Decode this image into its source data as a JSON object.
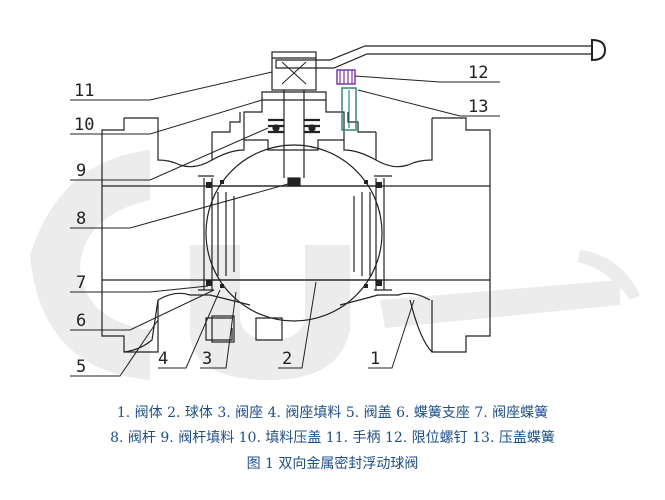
{
  "labels": [
    "1",
    "2",
    "3",
    "4",
    "5",
    "6",
    "7",
    "8",
    "9",
    "10",
    "11",
    "12",
    "13"
  ],
  "legend": {
    "line1": "1. 阀体 2. 球体 3. 阀座 4.  阀座填料 5.  阀盖 6. 蝶簧支座 7. 阀座蝶簧",
    "line2": "8. 阀杆 9. 阀杆填料 10. 填料压盖 11. 手柄 12. 限位螺钉 13. 压盖蝶簧"
  },
  "caption": "图 1 双向金属密封浮动球阀",
  "colors": {
    "caption": "#1f4f86",
    "watermark": "#d9d9d9",
    "line": "#222222",
    "part13": "#2f8a7a",
    "part12": "#7a3a9a"
  }
}
